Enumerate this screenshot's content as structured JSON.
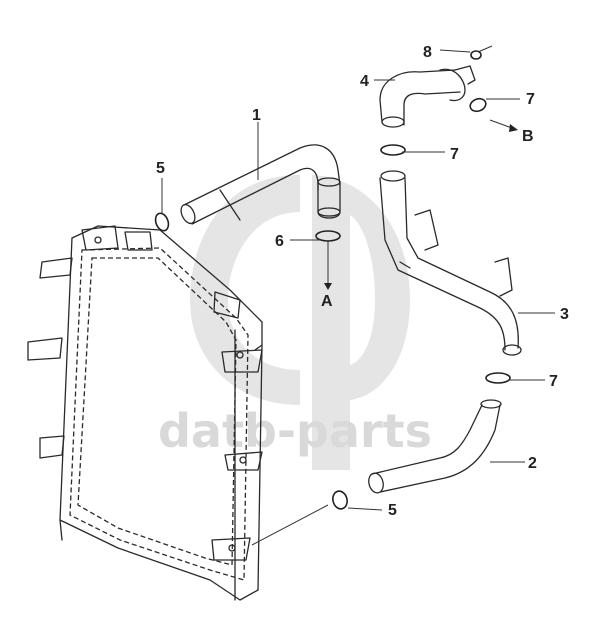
{
  "watermark": {
    "text": "datb-parts",
    "logo_name": "datb-logo-icon"
  },
  "callouts": {
    "c1": "1",
    "c2": "2",
    "c3": "3",
    "c4": "4",
    "c5_upper": "5",
    "c5_lower": "5",
    "c6": "6",
    "c7_upper": "7",
    "c7_mid": "7",
    "c7_lower": "7",
    "c8": "8"
  },
  "connection_labels": {
    "a": "A",
    "b": "B"
  },
  "colors": {
    "watermark": "#d9d9d9",
    "lines": "#2a2a2a",
    "background": "#ffffff"
  }
}
